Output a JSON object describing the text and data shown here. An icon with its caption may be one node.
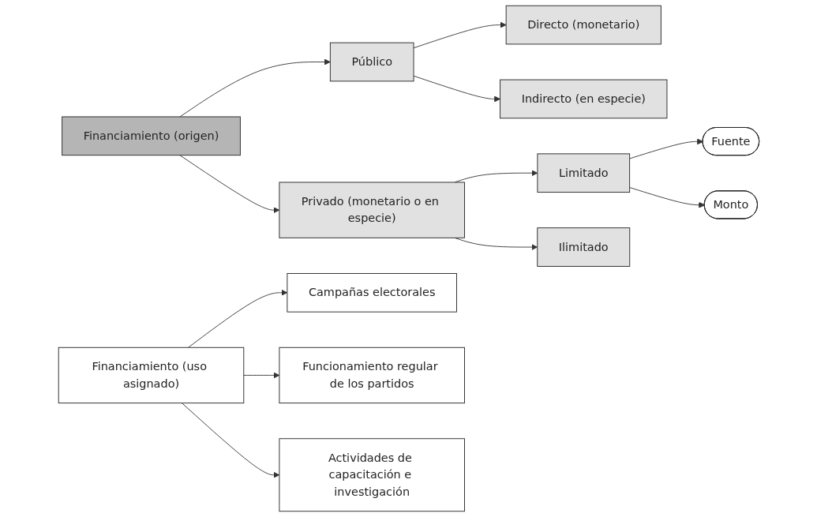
{
  "diagram": {
    "nodes": [
      {
        "text": [
          "Financiamiento (origen)"
        ]
      },
      {
        "text": [
          "Público"
        ]
      },
      {
        "text": [
          "Directo (monetario)"
        ]
      },
      {
        "text": [
          "Indirecto (en especie)"
        ]
      },
      {
        "text": [
          "Privado (monetario o en especie)"
        ]
      },
      {
        "text": [
          "Limitado"
        ]
      },
      {
        "text": [
          "Ilimitado"
        ]
      },
      {
        "text": [
          "Fuente"
        ]
      },
      {
        "text": [
          "Monto"
        ]
      },
      {
        "text": [
          "Financiamiento (uso asignado)"
        ]
      },
      {
        "text": [
          "Campañas electorales"
        ]
      },
      {
        "text": [
          "Funcionamiento regular de los partidos"
        ]
      },
      {
        "text": [
          "Actividades de capacitación e investigación"
        ]
      }
    ],
    "edges": [
      {
        "from": 0,
        "to": 1,
        "arrow": "to"
      },
      {
        "from": 0,
        "to": 4,
        "arrow": "to"
      },
      {
        "from": 1,
        "to": 2,
        "arrow": "to"
      },
      {
        "from": 1,
        "to": 3,
        "arrow": "to"
      },
      {
        "from": 4,
        "to": 5,
        "arrow": "to"
      },
      {
        "from": 4,
        "to": 6,
        "arrow": "to"
      },
      {
        "from": 5,
        "to": 7,
        "arrow": "to"
      },
      {
        "from": 5,
        "to": 8,
        "arrow": "to"
      },
      {
        "from": 9,
        "to": 10,
        "arrow": "to"
      },
      {
        "from": 9,
        "to": 11,
        "arrow": "to"
      },
      {
        "from": 9,
        "to": 12,
        "arrow": "to"
      }
    ]
  }
}
